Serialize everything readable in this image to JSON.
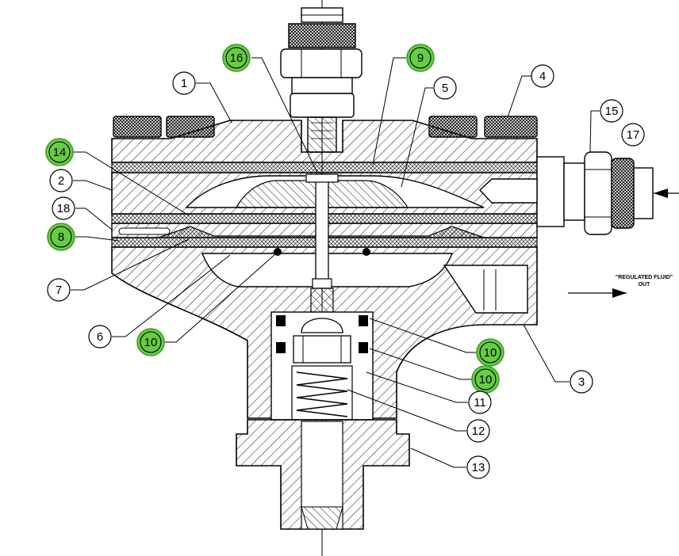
{
  "colors": {
    "line": "#000000",
    "highlight": "#66cc44",
    "highlight_ring": "#3f9e2c",
    "background": "#ffffff"
  },
  "annotation": {
    "line1": "\"REGULATED FLUID\"",
    "line2": "OUT"
  },
  "callouts": [
    {
      "label": "1",
      "highlighted": false
    },
    {
      "label": "2",
      "highlighted": false
    },
    {
      "label": "3",
      "highlighted": false
    },
    {
      "label": "4",
      "highlighted": false
    },
    {
      "label": "5",
      "highlighted": false
    },
    {
      "label": "6",
      "highlighted": false
    },
    {
      "label": "7",
      "highlighted": false
    },
    {
      "label": "8",
      "highlighted": true
    },
    {
      "label": "9",
      "highlighted": true
    },
    {
      "label": "10",
      "highlighted": true
    },
    {
      "label": "10",
      "highlighted": true
    },
    {
      "label": "10",
      "highlighted": true
    },
    {
      "label": "11",
      "highlighted": false
    },
    {
      "label": "12",
      "highlighted": false
    },
    {
      "label": "13",
      "highlighted": false
    },
    {
      "label": "14",
      "highlighted": true
    },
    {
      "label": "15",
      "highlighted": false
    },
    {
      "label": "16",
      "highlighted": true
    },
    {
      "label": "17",
      "highlighted": false
    },
    {
      "label": "18",
      "highlighted": false
    }
  ]
}
